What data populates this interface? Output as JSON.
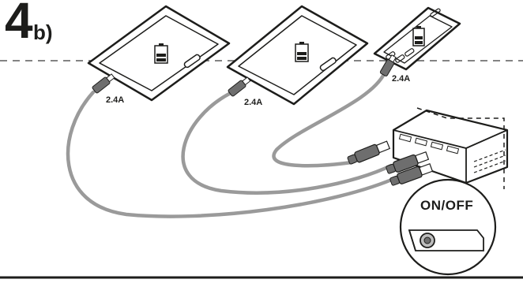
{
  "step": {
    "number": "4",
    "sub": "b)"
  },
  "outputs": [
    {
      "current": "2.4A"
    },
    {
      "current": "2.4A"
    },
    {
      "current": "2.4A"
    }
  ],
  "power_button": {
    "label": "ON/OFF"
  },
  "colors": {
    "line": "#1d1d1b",
    "cable": "#9a9a9a",
    "dash": "#5a5a5a"
  }
}
